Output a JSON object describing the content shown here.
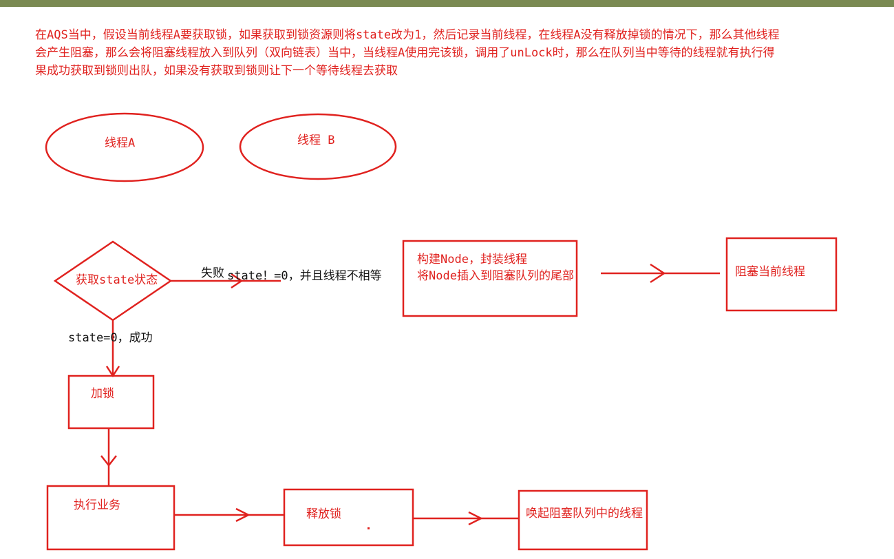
{
  "colors": {
    "accent": "#e0221f",
    "text_dark": "#111111",
    "topbar": "#7a8a52"
  },
  "intro": {
    "line1": "在AQS当中，假设当前线程A要获取锁，如果获取到锁资源则将state改为1，然后记录当前线程，在线程A没有释放掉锁的情况下，那么其他线程",
    "line2": "会产生阻塞，那么会将阻塞线程放入到队列（双向链表）当中，当线程A使用完该锁，调用了unLock时，那么在队列当中等待的线程就有执行得",
    "line3": "果成功获取到锁则出队，如果没有获取到锁则让下一个等待线程去获取"
  },
  "threads": {
    "a": "线程A",
    "b": "线程 B"
  },
  "decision": {
    "label": "获取state状态"
  },
  "edges": {
    "fail_prefix": "失败",
    "fail_condition": "state！=0，并且线程不相等",
    "success": "state=0，成功"
  },
  "nodes": {
    "build_line1": "构建Node，封装线程",
    "build_line2": "将Node插入到阻塞队列的尾部",
    "block": "阻塞当前线程",
    "lock": "加锁",
    "execute": "执行业务",
    "release": "释放锁",
    "wake": "唤起阻塞队列中的线程"
  }
}
